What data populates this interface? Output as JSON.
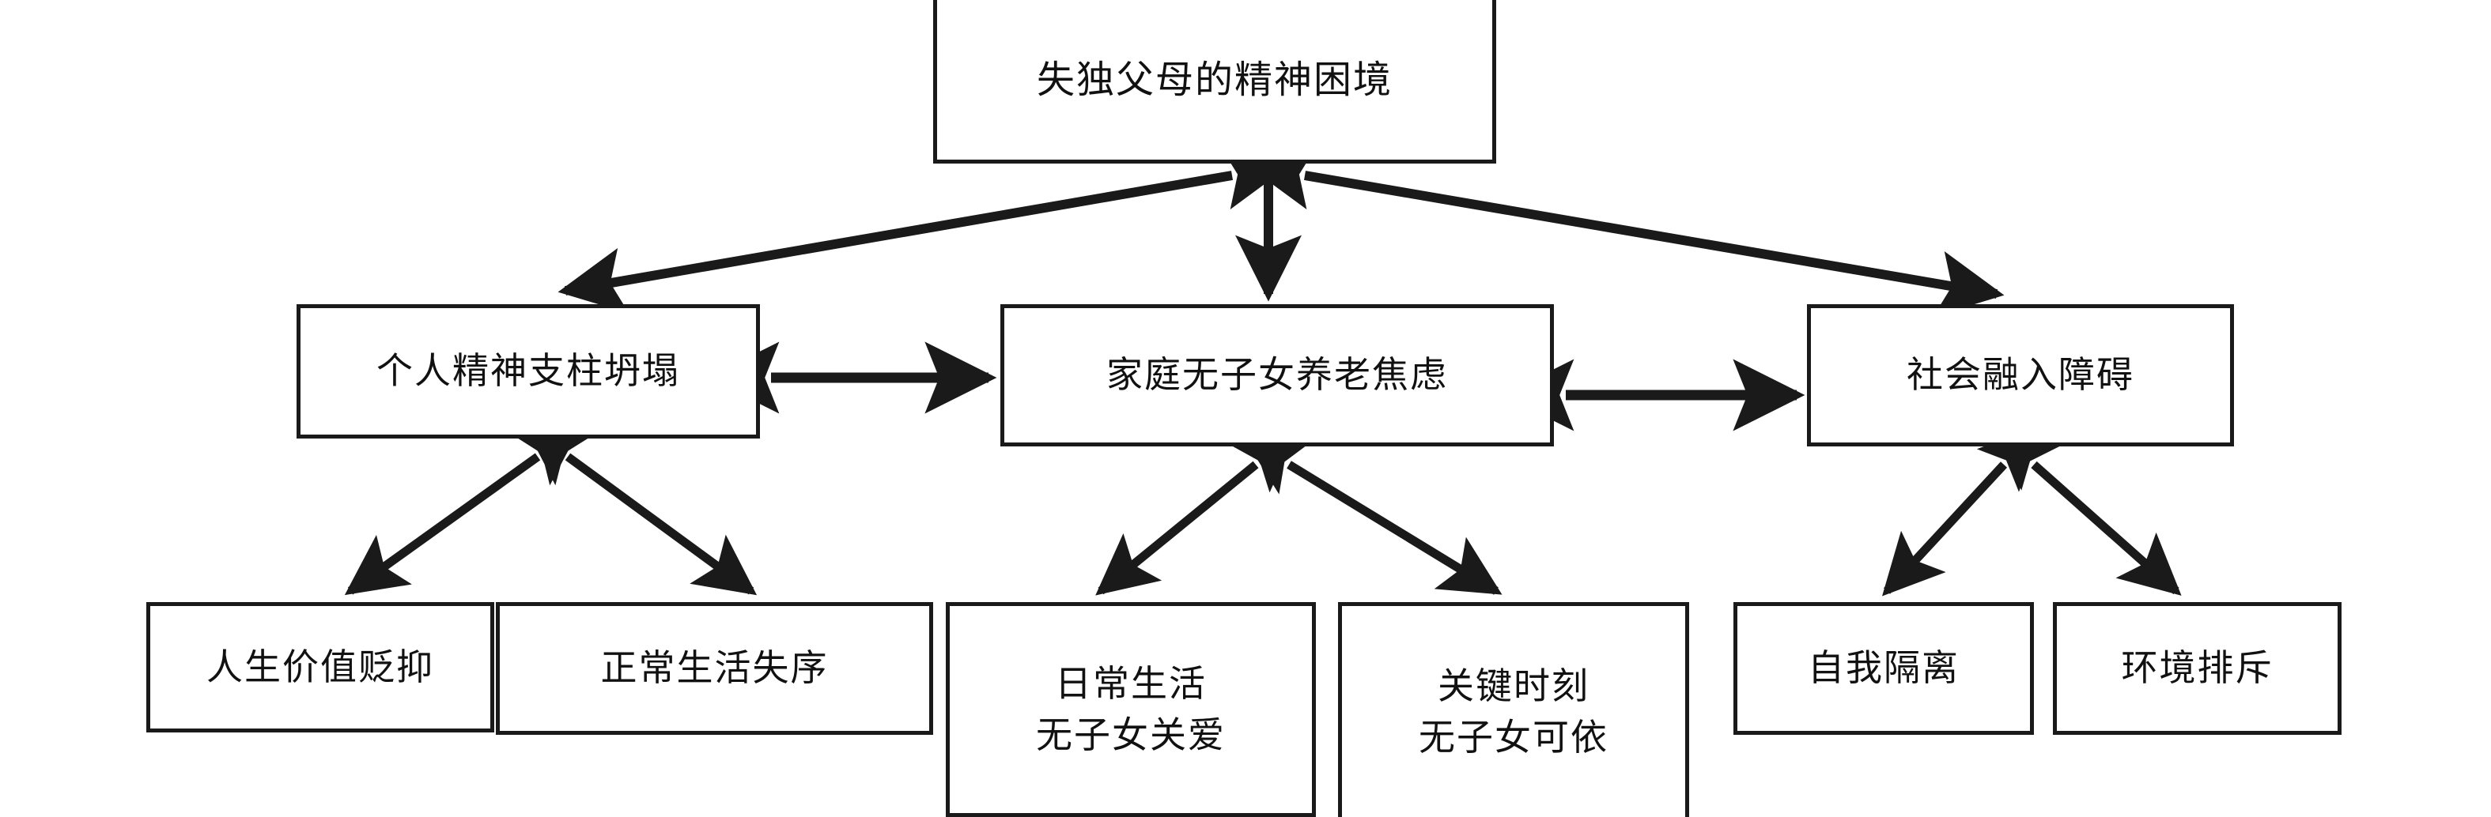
{
  "diagram": {
    "title": "失独父母的精神困境",
    "type": "hierarchy-tree",
    "orientation": "top-down",
    "colors": {
      "background": "#ffffff",
      "box_border": "#1a1a1a",
      "arrow": "#1a1a1a",
      "text": "#111111"
    },
    "nodes": {
      "root": {
        "id": "root",
        "label": "失独父母的精神困境",
        "level": 0
      },
      "mid": [
        {
          "id": "m1",
          "label": "个人精神支柱坍塌",
          "level": 1
        },
        {
          "id": "m2",
          "label": "家庭无子女养老焦虑",
          "level": 1
        },
        {
          "id": "m3",
          "label": "社会融入障碍",
          "level": 1
        }
      ],
      "leaf": [
        {
          "id": "b1",
          "label": "人生价值贬抑",
          "level": 2,
          "parent": "m1"
        },
        {
          "id": "b2",
          "label": "正常生活失序",
          "level": 2,
          "parent": "m1"
        },
        {
          "id": "b3",
          "label": "日常生活\n无子女关爱",
          "level": 2,
          "parent": "m2"
        },
        {
          "id": "b4",
          "label": "关键时刻\n无子女可依",
          "level": 2,
          "parent": "m2"
        },
        {
          "id": "b5",
          "label": "自我隔离",
          "level": 2,
          "parent": "m3"
        },
        {
          "id": "b6",
          "label": "环境排斥",
          "level": 2,
          "parent": "m3"
        }
      ]
    },
    "edges": [
      {
        "from": "root",
        "to": "m1",
        "style": "double-arrow"
      },
      {
        "from": "root",
        "to": "m2",
        "style": "double-arrow"
      },
      {
        "from": "root",
        "to": "m3",
        "style": "double-arrow"
      },
      {
        "from": "m1",
        "to": "m2",
        "style": "double-arrow"
      },
      {
        "from": "m2",
        "to": "m3",
        "style": "double-arrow"
      },
      {
        "from": "m1",
        "to": "b1",
        "style": "double-arrow"
      },
      {
        "from": "m1",
        "to": "b2",
        "style": "double-arrow"
      },
      {
        "from": "m2",
        "to": "b3",
        "style": "double-arrow"
      },
      {
        "from": "m2",
        "to": "b4",
        "style": "double-arrow"
      },
      {
        "from": "m3",
        "to": "b5",
        "style": "double-arrow"
      },
      {
        "from": "m3",
        "to": "b6",
        "style": "double-arrow"
      }
    ]
  }
}
